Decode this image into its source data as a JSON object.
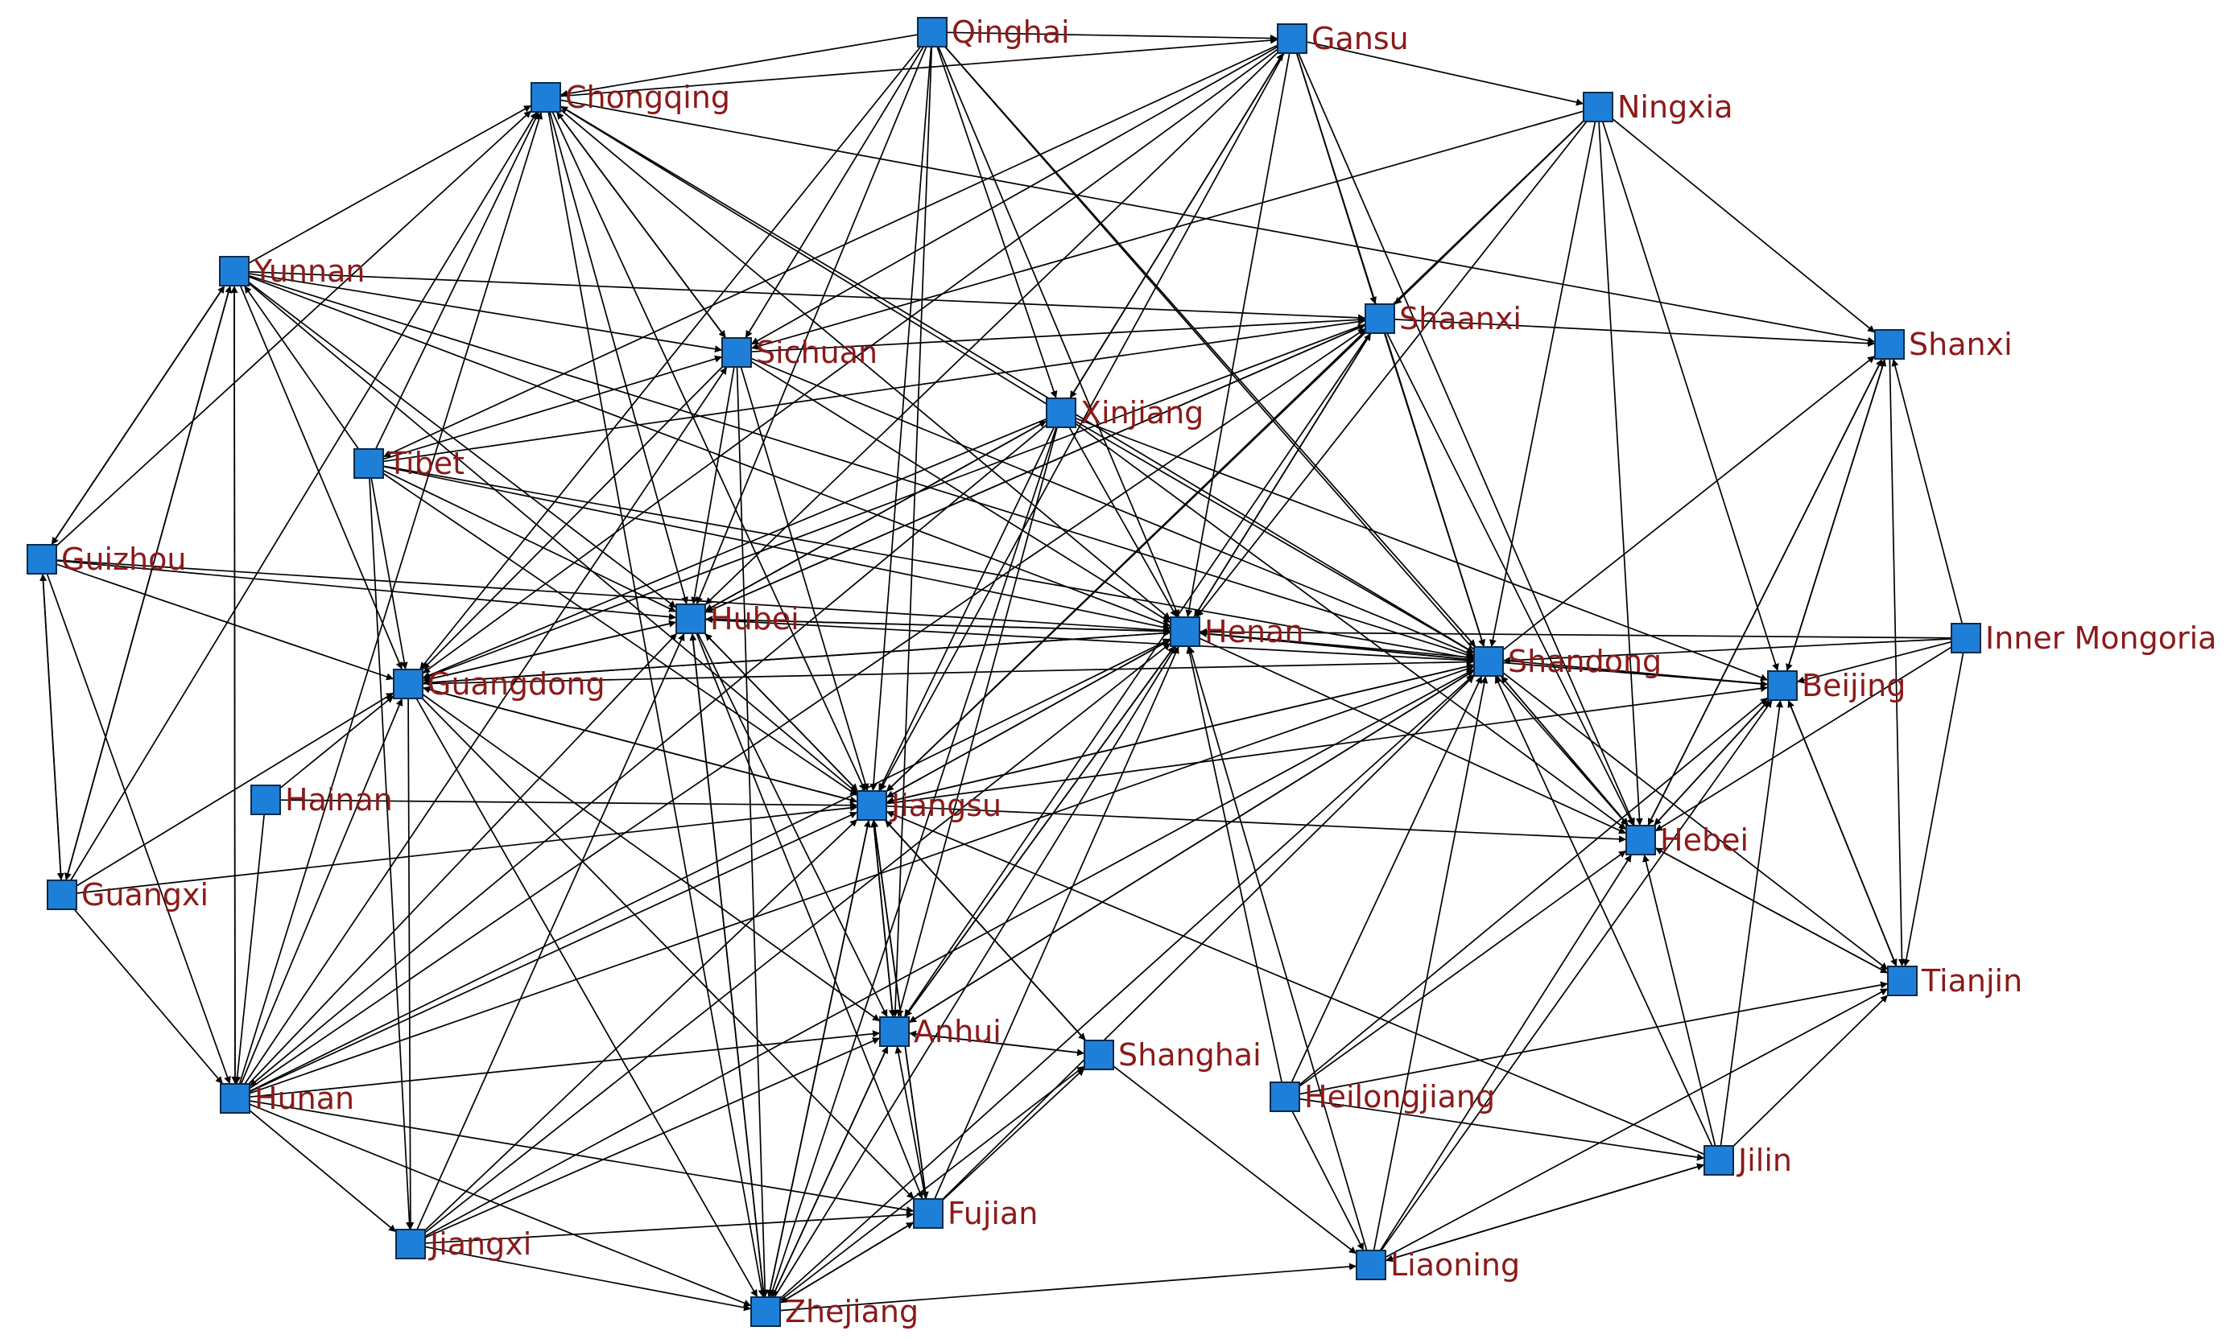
{
  "diagram": {
    "type": "directed-network",
    "colors": {
      "node": "#1e7fd8",
      "node_border": "#0b2a4a",
      "label": "#8b1a1a",
      "edge": "#000000"
    },
    "nodes": [
      {
        "id": "qinghai",
        "label": "Qinghai"
      },
      {
        "id": "gansu",
        "label": "Gansu"
      },
      {
        "id": "chongqing",
        "label": "Chongqing"
      },
      {
        "id": "ningxia",
        "label": "Ningxia"
      },
      {
        "id": "yunnan",
        "label": "Yunnan"
      },
      {
        "id": "shaanxi",
        "label": "Shaanxi"
      },
      {
        "id": "sichuan",
        "label": "Sichuan"
      },
      {
        "id": "shanxi",
        "label": "Shanxi"
      },
      {
        "id": "xinjiang",
        "label": "Xinjiang"
      },
      {
        "id": "tibet",
        "label": "Tibet"
      },
      {
        "id": "guizhou",
        "label": "Guizhou"
      },
      {
        "id": "hubei",
        "label": "Hubei"
      },
      {
        "id": "henan",
        "label": "Henan"
      },
      {
        "id": "inner_mongolia",
        "label": "Inner Mongoria"
      },
      {
        "id": "shandong",
        "label": "Shandong"
      },
      {
        "id": "guangdong",
        "label": "Guangdong"
      },
      {
        "id": "beijing",
        "label": "Beijing"
      },
      {
        "id": "hainan",
        "label": "Hainan"
      },
      {
        "id": "jiangsu",
        "label": "Jiangsu"
      },
      {
        "id": "hebei",
        "label": "Hebei"
      },
      {
        "id": "guangxi",
        "label": "Guangxi"
      },
      {
        "id": "tianjin",
        "label": "Tianjin"
      },
      {
        "id": "anhui",
        "label": "Anhui"
      },
      {
        "id": "shanghai",
        "label": "Shanghai"
      },
      {
        "id": "hunan",
        "label": "Hunan"
      },
      {
        "id": "heilongjiang",
        "label": "Heilongjiang"
      },
      {
        "id": "jilin",
        "label": "Jilin"
      },
      {
        "id": "fujian",
        "label": "Fujian"
      },
      {
        "id": "jiangxi",
        "label": "Jiangxi"
      },
      {
        "id": "liaoning",
        "label": "Liaoning"
      },
      {
        "id": "zhejiang",
        "label": "Zhejiang"
      }
    ],
    "edges": [
      [
        "qinghai",
        "gansu"
      ],
      [
        "qinghai",
        "chongqing"
      ],
      [
        "qinghai",
        "sichuan"
      ],
      [
        "qinghai",
        "xinjiang"
      ],
      [
        "qinghai",
        "hubei"
      ],
      [
        "qinghai",
        "henan"
      ],
      [
        "qinghai",
        "shandong"
      ],
      [
        "qinghai",
        "jiangsu"
      ],
      [
        "qinghai",
        "guangdong"
      ],
      [
        "qinghai",
        "hebei"
      ],
      [
        "qinghai",
        "anhui"
      ],
      [
        "chongqing",
        "gansu"
      ],
      [
        "chongqing",
        "sichuan"
      ],
      [
        "chongqing",
        "hubei"
      ],
      [
        "chongqing",
        "henan"
      ],
      [
        "chongqing",
        "shandong"
      ],
      [
        "chongqing",
        "jiangsu"
      ],
      [
        "chongqing",
        "zhejiang"
      ],
      [
        "chongqing",
        "shanxi"
      ],
      [
        "gansu",
        "ningxia"
      ],
      [
        "gansu",
        "shaanxi"
      ],
      [
        "gansu",
        "sichuan"
      ],
      [
        "gansu",
        "xinjiang"
      ],
      [
        "gansu",
        "henan"
      ],
      [
        "gansu",
        "shandong"
      ],
      [
        "gansu",
        "hebei"
      ],
      [
        "gansu",
        "guangdong"
      ],
      [
        "gansu",
        "jiangsu"
      ],
      [
        "gansu",
        "hubei"
      ],
      [
        "gansu",
        "tibet"
      ],
      [
        "ningxia",
        "shaanxi"
      ],
      [
        "ningxia",
        "shanxi"
      ],
      [
        "ningxia",
        "henan"
      ],
      [
        "ningxia",
        "shandong"
      ],
      [
        "ningxia",
        "beijing"
      ],
      [
        "ningxia",
        "hebei"
      ],
      [
        "ningxia",
        "jiangsu"
      ],
      [
        "ningxia",
        "sichuan"
      ],
      [
        "yunnan",
        "chongqing"
      ],
      [
        "yunnan",
        "sichuan"
      ],
      [
        "yunnan",
        "guangdong"
      ],
      [
        "yunnan",
        "hubei"
      ],
      [
        "yunnan",
        "henan"
      ],
      [
        "yunnan",
        "shandong"
      ],
      [
        "yunnan",
        "jiangsu"
      ],
      [
        "yunnan",
        "guangxi"
      ],
      [
        "yunnan",
        "guizhou"
      ],
      [
        "yunnan",
        "hunan"
      ],
      [
        "yunnan",
        "shaanxi"
      ],
      [
        "sichuan",
        "shaanxi"
      ],
      [
        "sichuan",
        "hubei"
      ],
      [
        "sichuan",
        "henan"
      ],
      [
        "sichuan",
        "shandong"
      ],
      [
        "sichuan",
        "jiangsu"
      ],
      [
        "sichuan",
        "guangdong"
      ],
      [
        "sichuan",
        "zhejiang"
      ],
      [
        "sichuan",
        "chongqing"
      ],
      [
        "xinjiang",
        "hubei"
      ],
      [
        "xinjiang",
        "henan"
      ],
      [
        "xinjiang",
        "shandong"
      ],
      [
        "xinjiang",
        "jiangsu"
      ],
      [
        "xinjiang",
        "beijing"
      ],
      [
        "xinjiang",
        "hebei"
      ],
      [
        "xinjiang",
        "anhui"
      ],
      [
        "xinjiang",
        "guangdong"
      ],
      [
        "xinjiang",
        "zhejiang"
      ],
      [
        "xinjiang",
        "chongqing"
      ],
      [
        "xinjiang",
        "gansu"
      ],
      [
        "xinjiang",
        "hunan"
      ],
      [
        "shaanxi",
        "shanxi"
      ],
      [
        "shaanxi",
        "henan"
      ],
      [
        "shaanxi",
        "shandong"
      ],
      [
        "shaanxi",
        "hebei"
      ],
      [
        "shaanxi",
        "hubei"
      ],
      [
        "shaanxi",
        "jiangsu"
      ],
      [
        "shaanxi",
        "guangdong"
      ],
      [
        "shaanxi",
        "anhui"
      ],
      [
        "shanxi",
        "tianjin"
      ],
      [
        "shanxi",
        "beijing"
      ],
      [
        "shanxi",
        "hebei"
      ],
      [
        "tibet",
        "chongqing"
      ],
      [
        "tibet",
        "sichuan"
      ],
      [
        "tibet",
        "guangdong"
      ],
      [
        "tibet",
        "hubei"
      ],
      [
        "tibet",
        "henan"
      ],
      [
        "tibet",
        "shandong"
      ],
      [
        "tibet",
        "jiangsu"
      ],
      [
        "tibet",
        "yunnan"
      ],
      [
        "tibet",
        "jiangxi"
      ],
      [
        "tibet",
        "shaanxi"
      ],
      [
        "guizhou",
        "yunnan"
      ],
      [
        "guizhou",
        "guangdong"
      ],
      [
        "guizhou",
        "hubei"
      ],
      [
        "guizhou",
        "henan"
      ],
      [
        "guizhou",
        "guangxi"
      ],
      [
        "guizhou",
        "hunan"
      ],
      [
        "guizhou",
        "chongqing"
      ],
      [
        "guangxi",
        "guizhou"
      ],
      [
        "guangxi",
        "yunnan"
      ],
      [
        "guangxi",
        "guangdong"
      ],
      [
        "guangxi",
        "jiangsu"
      ],
      [
        "guangxi",
        "hunan"
      ],
      [
        "guangxi",
        "chongqing"
      ],
      [
        "hainan",
        "guangdong"
      ],
      [
        "hainan",
        "jiangsu"
      ],
      [
        "hainan",
        "hunan"
      ],
      [
        "hubei",
        "henan"
      ],
      [
        "hubei",
        "shandong"
      ],
      [
        "hubei",
        "jiangsu"
      ],
      [
        "hubei",
        "anhui"
      ],
      [
        "hubei",
        "guangdong"
      ],
      [
        "hubei",
        "fujian"
      ],
      [
        "hubei",
        "zhejiang"
      ],
      [
        "hubei",
        "shaanxi"
      ],
      [
        "hubei",
        "xinjiang"
      ],
      [
        "henan",
        "shandong"
      ],
      [
        "henan",
        "beijing"
      ],
      [
        "henan",
        "hebei"
      ],
      [
        "henan",
        "jiangsu"
      ],
      [
        "henan",
        "anhui"
      ],
      [
        "henan",
        "guangdong"
      ],
      [
        "henan",
        "hubei"
      ],
      [
        "henan",
        "shaanxi"
      ],
      [
        "shandong",
        "beijing"
      ],
      [
        "shandong",
        "hebei"
      ],
      [
        "shandong",
        "jiangsu"
      ],
      [
        "shandong",
        "henan"
      ],
      [
        "shandong",
        "anhui"
      ],
      [
        "shandong",
        "tianjin"
      ],
      [
        "shandong",
        "shanxi"
      ],
      [
        "guangdong",
        "jiangsu"
      ],
      [
        "guangdong",
        "hubei"
      ],
      [
        "guangdong",
        "henan"
      ],
      [
        "guangdong",
        "shandong"
      ],
      [
        "guangdong",
        "anhui"
      ],
      [
        "guangdong",
        "zhejiang"
      ],
      [
        "guangdong",
        "jiangxi"
      ],
      [
        "guangdong",
        "fujian"
      ],
      [
        "jiangsu",
        "anhui"
      ],
      [
        "jiangsu",
        "shanghai"
      ],
      [
        "jiangsu",
        "zhejiang"
      ],
      [
        "jiangsu",
        "shandong"
      ],
      [
        "jiangsu",
        "henan"
      ],
      [
        "jiangsu",
        "hubei"
      ],
      [
        "jiangsu",
        "beijing"
      ],
      [
        "jiangsu",
        "hebei"
      ],
      [
        "jiangsu",
        "fujian"
      ],
      [
        "jiangsu",
        "guangdong"
      ],
      [
        "hunan",
        "guangdong"
      ],
      [
        "hunan",
        "hubei"
      ],
      [
        "hunan",
        "jiangsu"
      ],
      [
        "hunan",
        "henan"
      ],
      [
        "hunan",
        "shandong"
      ],
      [
        "hunan",
        "anhui"
      ],
      [
        "hunan",
        "fujian"
      ],
      [
        "hunan",
        "zhejiang"
      ],
      [
        "hunan",
        "jiangxi"
      ],
      [
        "hunan",
        "chongqing"
      ],
      [
        "hunan",
        "yunnan"
      ],
      [
        "hunan",
        "shaanxi"
      ],
      [
        "hunan",
        "sichuan"
      ],
      [
        "anhui",
        "jiangsu"
      ],
      [
        "anhui",
        "shanghai"
      ],
      [
        "anhui",
        "zhejiang"
      ],
      [
        "anhui",
        "henan"
      ],
      [
        "anhui",
        "shandong"
      ],
      [
        "fujian",
        "anhui"
      ],
      [
        "fujian",
        "jiangsu"
      ],
      [
        "fujian",
        "shanghai"
      ],
      [
        "fujian",
        "zhejiang"
      ],
      [
        "fujian",
        "henan"
      ],
      [
        "fujian",
        "shandong"
      ],
      [
        "jiangxi",
        "zhejiang"
      ],
      [
        "jiangxi",
        "fujian"
      ],
      [
        "jiangxi",
        "anhui"
      ],
      [
        "jiangxi",
        "jiangsu"
      ],
      [
        "jiangxi",
        "henan"
      ],
      [
        "jiangxi",
        "shandong"
      ],
      [
        "jiangxi",
        "hubei"
      ],
      [
        "zhejiang",
        "jiangsu"
      ],
      [
        "zhejiang",
        "anhui"
      ],
      [
        "zhejiang",
        "shanghai"
      ],
      [
        "zhejiang",
        "henan"
      ],
      [
        "zhejiang",
        "shandong"
      ],
      [
        "zhejiang",
        "hubei"
      ],
      [
        "zhejiang",
        "liaoning"
      ],
      [
        "zhejiang",
        "fujian"
      ],
      [
        "shanghai",
        "jiangsu"
      ],
      [
        "shanghai",
        "anhui"
      ],
      [
        "shanghai",
        "liaoning"
      ],
      [
        "heilongjiang",
        "hebei"
      ],
      [
        "heilongjiang",
        "beijing"
      ],
      [
        "heilongjiang",
        "tianjin"
      ],
      [
        "heilongjiang",
        "jilin"
      ],
      [
        "heilongjiang",
        "liaoning"
      ],
      [
        "heilongjiang",
        "shandong"
      ],
      [
        "heilongjiang",
        "henan"
      ],
      [
        "jilin",
        "hebei"
      ],
      [
        "jilin",
        "beijing"
      ],
      [
        "jilin",
        "tianjin"
      ],
      [
        "jilin",
        "jiangsu"
      ],
      [
        "jilin",
        "shandong"
      ],
      [
        "jilin",
        "liaoning"
      ],
      [
        "liaoning",
        "jilin"
      ],
      [
        "liaoning",
        "hebei"
      ],
      [
        "liaoning",
        "beijing"
      ],
      [
        "liaoning",
        "tianjin"
      ],
      [
        "liaoning",
        "shandong"
      ],
      [
        "liaoning",
        "henan"
      ],
      [
        "hebei",
        "beijing"
      ],
      [
        "hebei",
        "tianjin"
      ],
      [
        "hebei",
        "shanxi"
      ],
      [
        "hebei",
        "shandong"
      ],
      [
        "beijing",
        "tianjin"
      ],
      [
        "beijing",
        "hebei"
      ],
      [
        "beijing",
        "shanxi"
      ],
      [
        "inner_mongolia",
        "beijing"
      ],
      [
        "inner_mongolia",
        "hebei"
      ],
      [
        "inner_mongolia",
        "tianjin"
      ],
      [
        "inner_mongolia",
        "shanxi"
      ],
      [
        "inner_mongolia",
        "shandong"
      ],
      [
        "inner_mongolia",
        "henan"
      ],
      [
        "tianjin",
        "beijing"
      ],
      [
        "tianjin",
        "hebei"
      ]
    ]
  }
}
